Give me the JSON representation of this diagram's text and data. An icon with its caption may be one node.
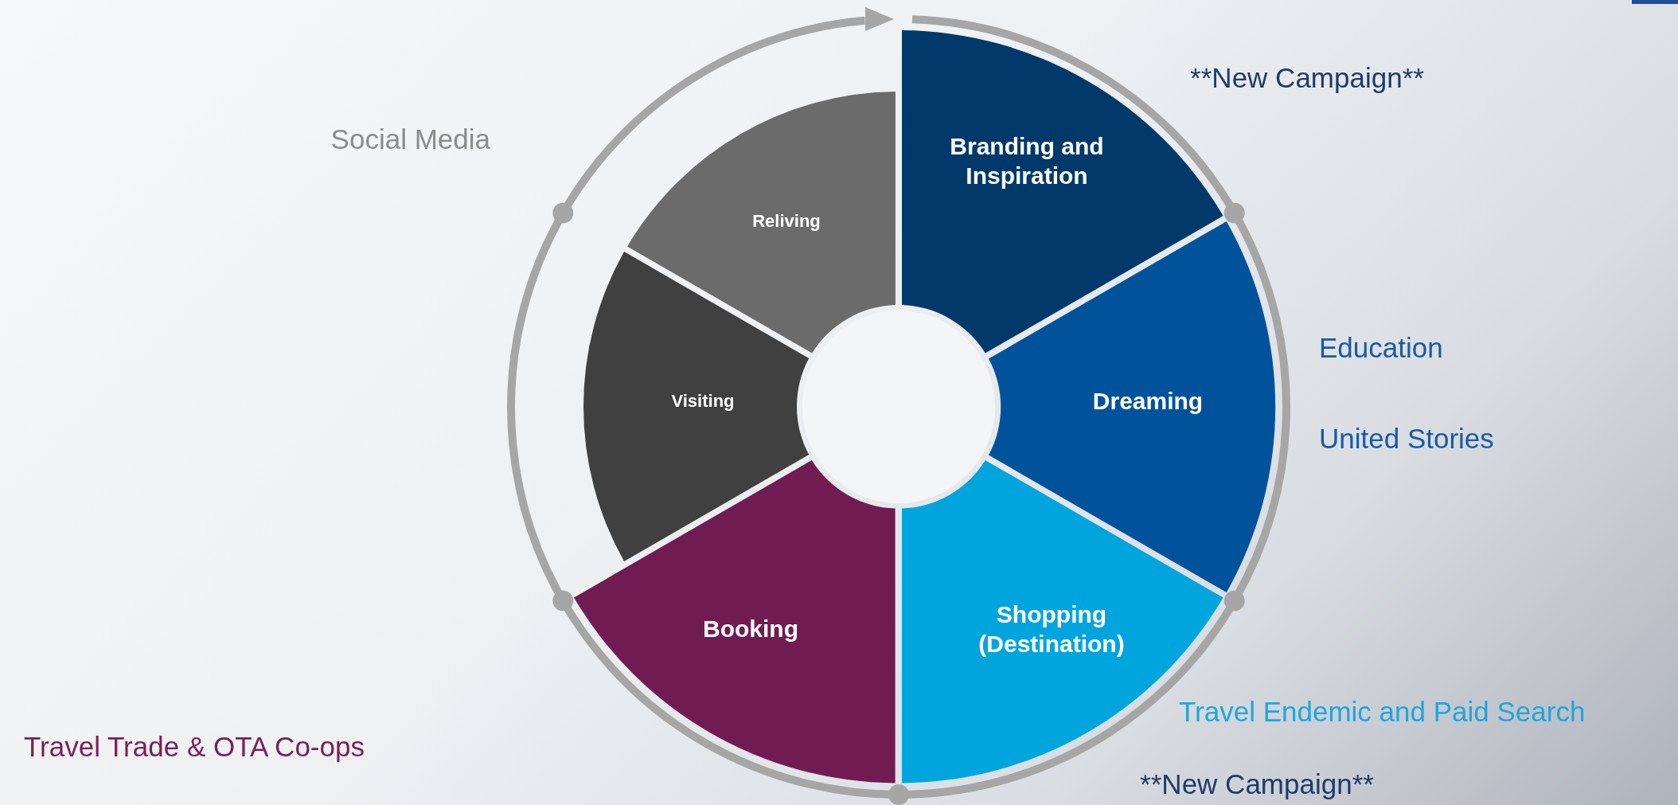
{
  "diagram": {
    "nodes": [
      {
        "text": [
          "Branding and Inspiration"
        ]
      },
      {
        "text": [
          "Dreaming"
        ]
      },
      {
        "text": [
          "Shopping (Destination)"
        ]
      },
      {
        "text": [
          "Booking"
        ]
      },
      {
        "text": [
          "Visiting"
        ]
      },
      {
        "text": [
          "Reliving"
        ]
      },
      {
        "text": [],
        "shape": "circle"
      }
    ],
    "edges": [],
    "labels": [
      "**New Campaign**",
      "Social Media",
      "Education",
      "United Stories",
      "Travel Endemic and Paid Search",
      "Travel Trade & OTA Co-ops",
      "**New Campaign**"
    ]
  }
}
